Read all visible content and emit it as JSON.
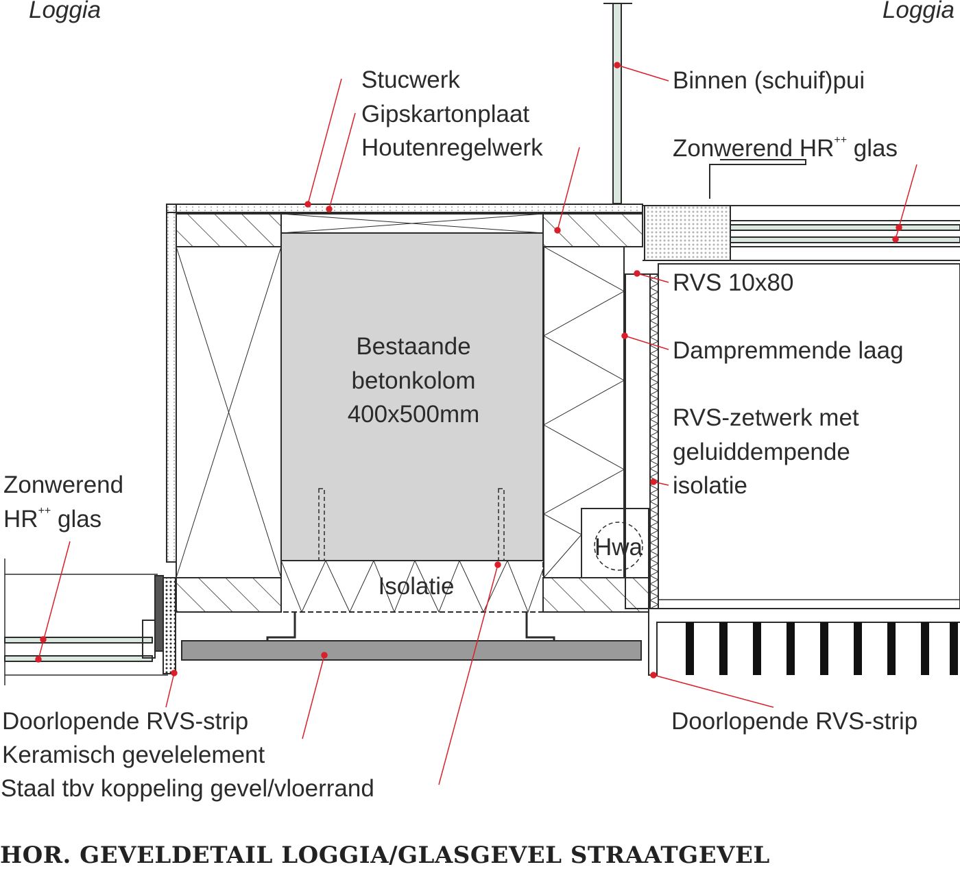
{
  "labels": {
    "loggia_left": "Loggia",
    "loggia_right": "Loggia",
    "stucwerk": "Stucwerk",
    "gipskartonplaat": "Gipskartonplaat",
    "houtenregelwerk": "Houtenregelwerk",
    "binnen_pui": "Binnen (schuif)pui",
    "zonwerend_right_pre": "Zonwerend HR",
    "zonwerend_right_sup": "++",
    "zonwerend_right_post": " glas",
    "rvs_10x80": "RVS 10x80",
    "dampremmende": "Dampremmende laag",
    "rvs_zetwerk_1": "RVS-zetwerk met",
    "rvs_zetwerk_2": "geluiddempende",
    "rvs_zetwerk_3": "isolatie",
    "column_1": "Bestaande",
    "column_2": "betonkolom",
    "column_3": "400x500mm",
    "isolatie": "Isolatie",
    "hwa": "Hwa",
    "zonwerend_left_1": "Zonwerend",
    "zonwerend_left_2_pre": "HR",
    "zonwerend_left_2_sup": "++",
    "zonwerend_left_2_post": " glas",
    "rvs_strip_left": "Doorlopende RVS-strip",
    "keramisch": "Keramisch gevelelement",
    "staal": "Staal tbv koppeling gevel/vloerrand",
    "rvs_strip_right": "Doorlopende RVS-strip"
  },
  "title": "HOR. GEVELDETAIL LOGGIA/GLASGEVEL STRAATGEVEL",
  "colors": {
    "leader": "#d9202a",
    "line": "#2b2b2b",
    "concrete": "#d4d4d4",
    "ceramic": "#9a9a9a",
    "glass": "#dbe8e0"
  }
}
